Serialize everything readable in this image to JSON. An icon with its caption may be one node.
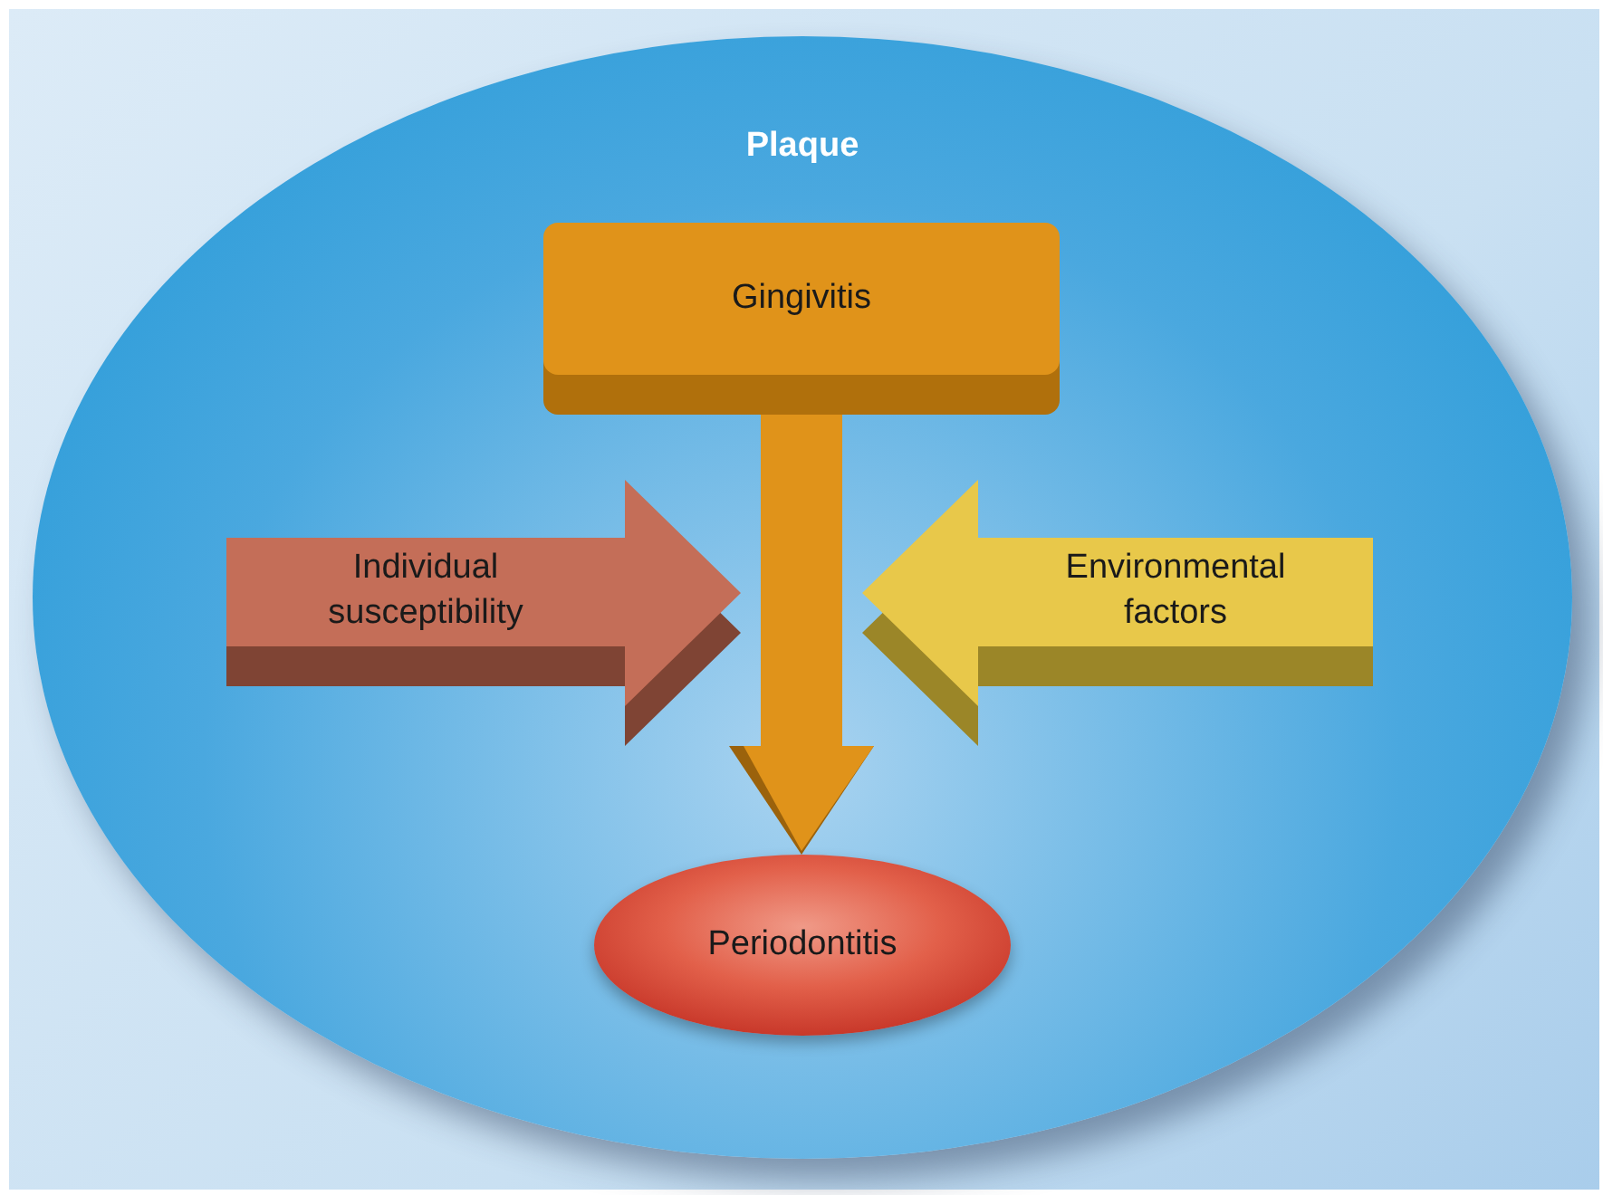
{
  "diagram": {
    "nodes": [
      {
        "text": [
          "Plaque"
        ]
      },
      {
        "text": [
          "Gingivitis"
        ],
        "in": 0
      },
      {
        "text": [
          "Individual susceptibility"
        ],
        "in": 0
      },
      {
        "text": [
          "Environmental factors"
        ],
        "in": 0
      },
      {
        "text": [
          "Periodontitis"
        ],
        "in": 0
      }
    ],
    "edges": [
      {
        "from": 1,
        "to": 4,
        "arrow": "to"
      }
    ]
  }
}
